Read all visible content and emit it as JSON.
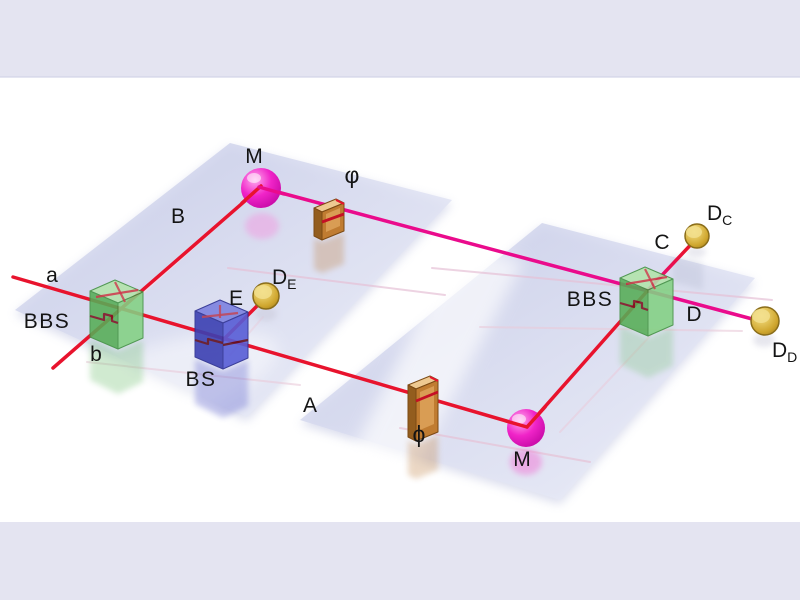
{
  "palette": {
    "band": "#e4e4f1",
    "background": "#ffffff",
    "platform_dark": "#c6cbe7",
    "platform_light": "#eceef8",
    "beam_red": "#e8132d",
    "beam_magenta": "#ea0b8c",
    "beam_inner_dark": "#7d1020",
    "reflection_pink": "#eac6d8",
    "bbs_green_top": "#b2e4aa",
    "bbs_green_left": "#56ad56",
    "bbs_green_right": "#83d183",
    "bs_blue_top": "#7d82e0",
    "bs_blue_left": "#3b40b2",
    "bs_blue_right": "#575dd6",
    "phase_orange_top": "#eec991",
    "phase_orange_front": "#c07c31",
    "phase_orange_side": "#935d1e",
    "mirror_magenta": "#ee22cc",
    "detector_gold": "#c9a22f",
    "label": "#141414"
  },
  "labels": {
    "input_a": "a",
    "input_b": "b",
    "bbs_left": "BBS",
    "bbs_right": "BBS",
    "bs_inner": "BS",
    "arm_b": "B",
    "arm_a": "A",
    "arm_c": "C",
    "arm_d": "D",
    "arm_e": "E",
    "mirror_top": "M",
    "mirror_bottom": "M",
    "phase_top": "φ",
    "phase_bottom": "ϕ",
    "detector_c_main": "D",
    "detector_c_sub": "C",
    "detector_d_main": "D",
    "detector_d_sub": "D",
    "detector_e_main": "D",
    "detector_e_sub": "E"
  }
}
